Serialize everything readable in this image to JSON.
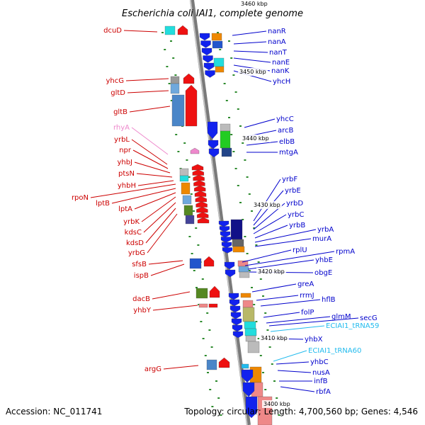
{
  "title": "Escherichia coli IAI1, complete genome",
  "accession": "Accession: NC_011741",
  "topology": "Topology: circular; Length: 4,700,560 bp; Genes: 4,546",
  "scale_labels": [
    "3460 kbp",
    "3450 kbp",
    "3440 kbp",
    "3430 kbp",
    "3420 kbp",
    "3410 kbp",
    "3400 kbp"
  ],
  "colors": {
    "left_label": "#cc0000",
    "right_label": "#0000cc",
    "rna_left": "#ee88cc",
    "trna_right": "#22bbee",
    "backbone": "#888888"
  },
  "left_genes": [
    "dcuD",
    "yhcG",
    "gltD",
    "gltB",
    "rhyA",
    "yrbL",
    "npr",
    "yhbJ",
    "ptsN",
    "yhbH",
    "rpoN",
    "lptB",
    "lptA",
    "yrbK",
    "kdsC",
    "kdsD",
    "yrbG",
    "sfsB",
    "ispB",
    "dacB",
    "yhbY",
    "argG"
  ],
  "right_genes": [
    "nanR",
    "nanA",
    "nanT",
    "nanE",
    "nanK",
    "yhcH",
    "yhcC",
    "arcB",
    "elbB",
    "mtgA",
    "yrbF",
    "yrbE",
    "yrbD",
    "yrbC",
    "yrbB",
    "yrbA",
    "murA",
    "rplU",
    "rpmA",
    "yhbE",
    "obgE",
    "greA",
    "rrmJ",
    "hflB",
    "folP",
    "glmM",
    "secG",
    "ECIAI1_tRNA59",
    "yhbX",
    "ECIAI1_tRNA60",
    "yhbC",
    "nusA",
    "infB",
    "rbfA"
  ]
}
